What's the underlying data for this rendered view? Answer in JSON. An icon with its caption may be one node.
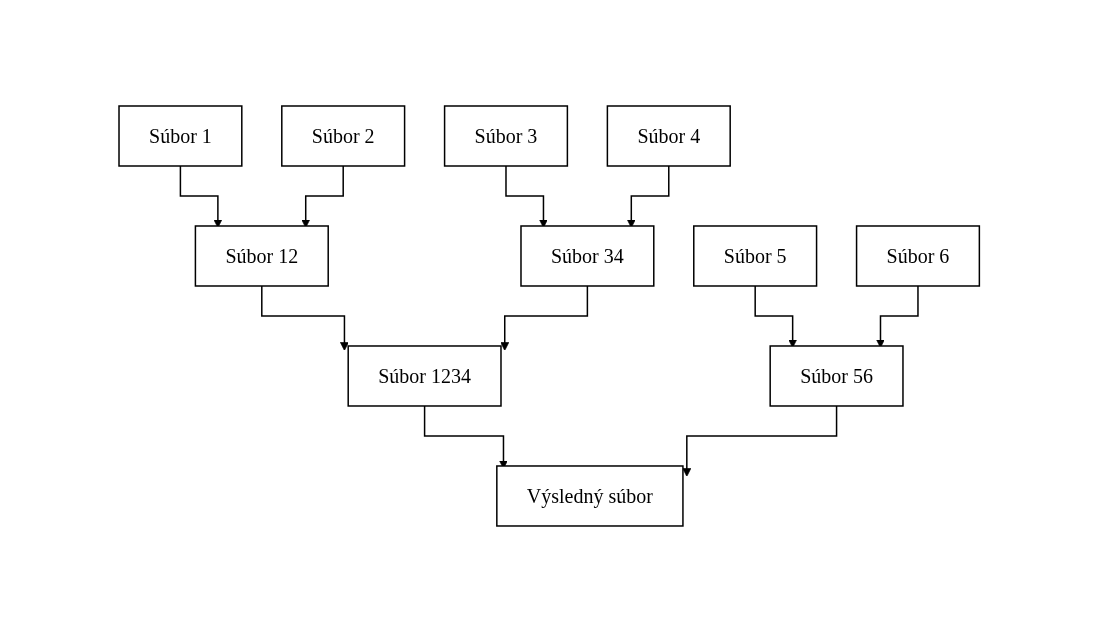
{
  "diagram": {
    "nodes": [
      {
        "text": [
          "Súbor 1"
        ]
      },
      {
        "text": [
          "Súbor 2"
        ]
      },
      {
        "text": [
          "Súbor 3"
        ]
      },
      {
        "text": [
          "Súbor 4"
        ]
      },
      {
        "text": [
          "Súbor 5"
        ]
      },
      {
        "text": [
          "Súbor 6"
        ]
      },
      {
        "text": [
          "Súbor 12"
        ]
      },
      {
        "text": [
          "Súbor 34"
        ]
      },
      {
        "text": [
          "Súbor 56"
        ]
      },
      {
        "text": [
          "Súbor 1234"
        ]
      },
      {
        "text": [
          "Výsledný súbor"
        ]
      }
    ],
    "edges": [
      {
        "from": 0,
        "to": 6,
        "arrow": "to"
      },
      {
        "from": 1,
        "to": 6,
        "arrow": "to"
      },
      {
        "from": 2,
        "to": 7,
        "arrow": "to"
      },
      {
        "from": 3,
        "to": 7,
        "arrow": "to"
      },
      {
        "from": 4,
        "to": 8,
        "arrow": "to"
      },
      {
        "from": 5,
        "to": 8,
        "arrow": "to"
      },
      {
        "from": 6,
        "to": 9,
        "arrow": "to"
      },
      {
        "from": 7,
        "to": 9,
        "arrow": "to"
      },
      {
        "from": 9,
        "to": 10,
        "arrow": "to"
      },
      {
        "from": 8,
        "to": 10,
        "arrow": "to"
      }
    ]
  }
}
